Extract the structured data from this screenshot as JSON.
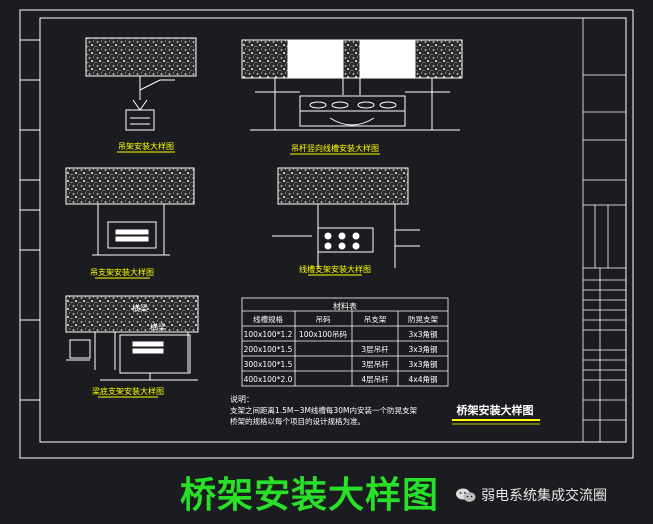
{
  "colors": {
    "background": "#1b1c1f",
    "line": "#ffffff",
    "label_yellow": "#ffff00",
    "title_green": "#27e027"
  },
  "sheet_title": "桥架安装大样图",
  "watermark": {
    "icon": "wechat-icon",
    "text": "弱电系统集成交流圈"
  },
  "drawing": {
    "detail_labels": {
      "d1": "吊架安装大样图",
      "d2": "吊杆竖向线槽安装大样图",
      "d3": "吊支架安装大样图",
      "d4": "线槽支架安装大样图",
      "d5": "梁底支架安装大样图"
    },
    "beam_label": "横梁",
    "block_title": "桥架安装大样图",
    "material_table": {
      "title": "材料表",
      "headers": [
        "线槽规格",
        "吊码",
        "吊支架",
        "防晃支架"
      ],
      "rows": [
        [
          "100x100*1.2",
          "100x100吊码",
          "",
          "3x3角钢"
        ],
        [
          "200x100*1.5",
          "",
          "3层吊杆",
          "3x3角钢"
        ],
        [
          "300x100*1.5",
          "",
          "3层吊杆",
          "3x3角钢"
        ],
        [
          "400x100*2.0",
          "",
          "4层吊杆",
          "4x4角钢"
        ]
      ]
    },
    "notes": {
      "heading": "说明：",
      "line1": "支架之间距离1.5M~3M线槽每30M内安装一个防晃支架",
      "line2": "桥架的规格以每个项目的设计规格为准。"
    }
  }
}
